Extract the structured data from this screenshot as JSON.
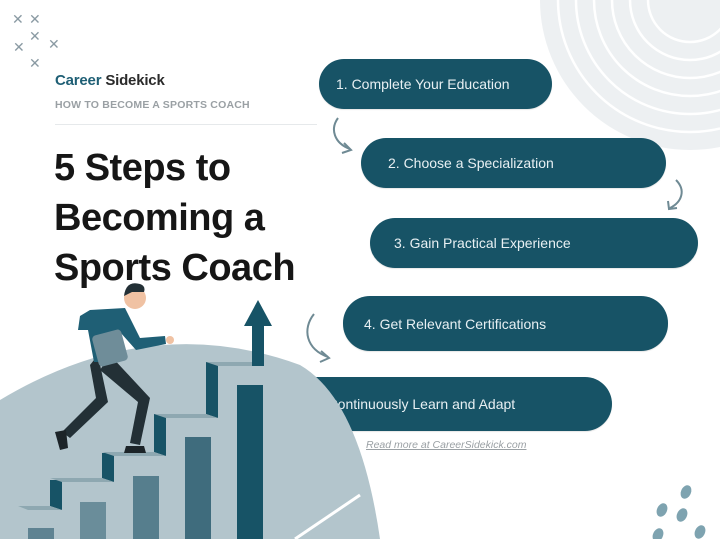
{
  "brand": {
    "name_part1": "Career",
    "name_part2": "Sidekick",
    "subtitle": "HOW TO BECOME A SPORTS COACH"
  },
  "title": {
    "line1": "5 Steps to",
    "line2": "Becoming a",
    "line3": "Sports Coach"
  },
  "steps": [
    {
      "label": "1. Complete Your Education"
    },
    {
      "label": "2. Choose a Specialization"
    },
    {
      "label": "3. Gain Practical Experience"
    },
    {
      "label": "4. Get Relevant Certifications"
    },
    {
      "label": "5. Continuously Learn and Adapt"
    }
  ],
  "footer": {
    "read_more": "Read more at CareerSidekick.com"
  },
  "colors": {
    "primary": "#175366",
    "brand_accent": "#1f5f75",
    "illustration_bg": "#b0c3ca",
    "muted_text": "#9aa0a4"
  },
  "icons": {
    "decor_marks": "x-mark-icon",
    "connectors": "curved-arrow-icon",
    "growth": "up-arrow-icon"
  }
}
